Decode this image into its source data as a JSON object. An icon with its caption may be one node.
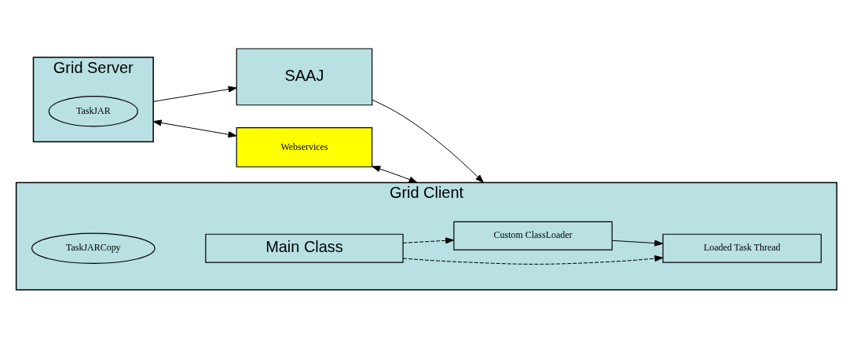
{
  "diagram": {
    "nodes": [
      {
        "text": [
          "Grid Server"
        ]
      },
      {
        "text": [
          "TaskJAR"
        ],
        "in": 0
      },
      {
        "text": [
          "SAAJ"
        ]
      },
      {
        "text": [
          "Webservices"
        ]
      },
      {
        "text": [
          "Grid Client"
        ]
      },
      {
        "text": [
          "TaskJARCopy"
        ],
        "in": 4
      },
      {
        "text": [
          "Main Class"
        ],
        "in": 4
      },
      {
        "text": [
          "Custom ClassLoader"
        ],
        "in": 4
      },
      {
        "text": [
          "Loaded Task Thread"
        ],
        "in": 4
      }
    ],
    "edges": [
      {
        "from": 0,
        "to": 2,
        "arrow": "to"
      },
      {
        "from": 2,
        "to": 4,
        "arrow": "to"
      },
      {
        "from": 0,
        "to": 3,
        "arrow": "both"
      },
      {
        "from": 3,
        "to": 4,
        "arrow": "both"
      },
      {
        "from": 6,
        "to": 7,
        "arrow": "to",
        "style": "dashed"
      },
      {
        "from": 7,
        "to": 8,
        "arrow": "to"
      },
      {
        "from": 6,
        "to": 8,
        "arrow": "to",
        "style": "dashed"
      }
    ]
  }
}
